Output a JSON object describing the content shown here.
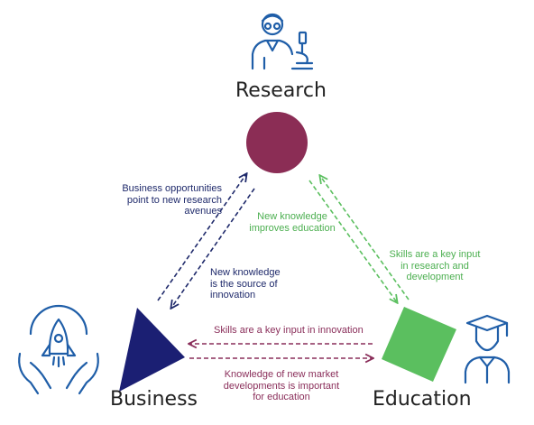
{
  "nodes": {
    "research": {
      "title": "Research",
      "color": "#8b2d55",
      "icon": "researcher-with-microscope-icon"
    },
    "business": {
      "title": "Business",
      "color": "#1b1f73",
      "icon": "rocket-in-hands-icon"
    },
    "education": {
      "title": "Education",
      "color": "#5bbf5f",
      "icon": "graduate-student-icon"
    }
  },
  "edges": {
    "business_to_research": "Business opportunities point to new research avenues",
    "research_to_business": "New knowledge is the source of innovation",
    "research_to_education": "New knowledge improves education",
    "education_to_research": "Skills are a key input in research and development",
    "education_to_business": "Skills are a key input in innovation",
    "business_to_education": "Knowledge of new market developments is important for education"
  },
  "colors": {
    "navy": "#1f2a6b",
    "green": "#4caf50",
    "plum": "#8a2e5a",
    "icon": "#1f5ea8"
  }
}
